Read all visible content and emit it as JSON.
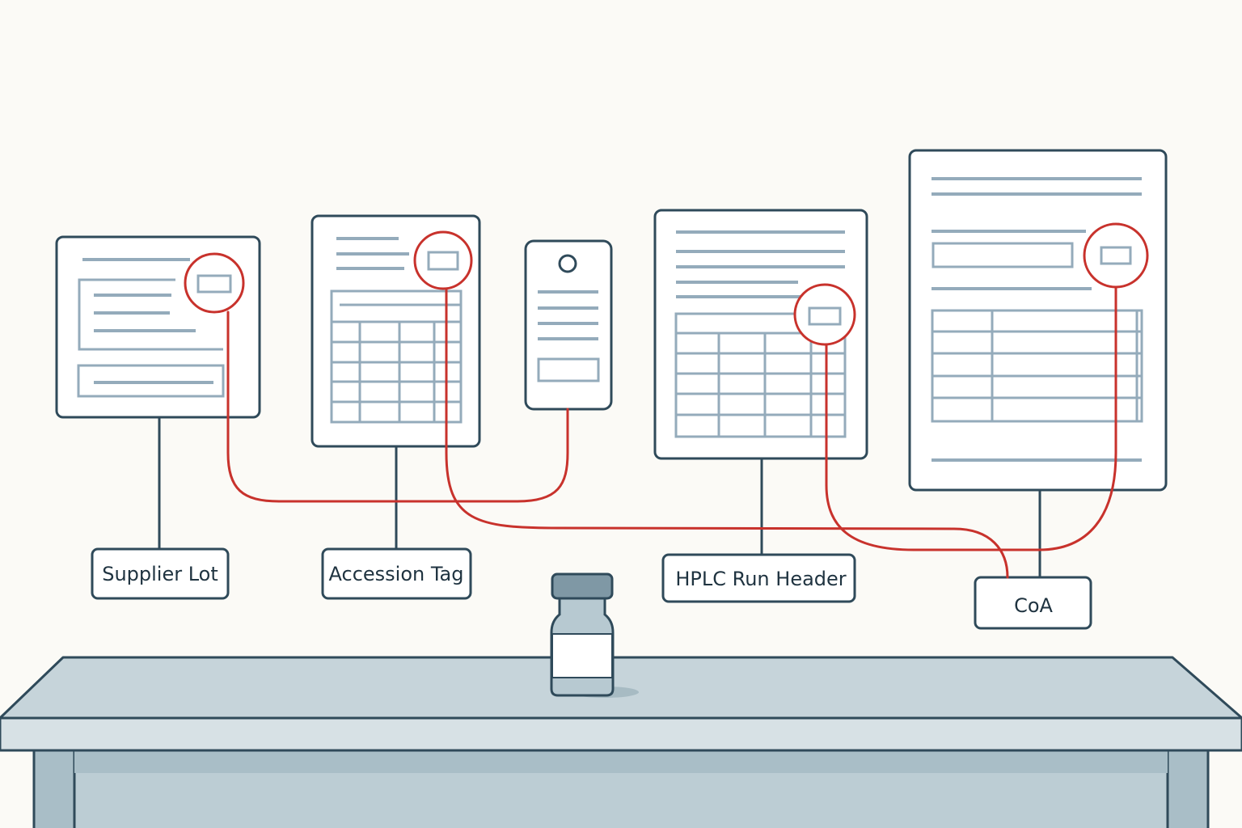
{
  "labels": {
    "supplier_lot": "Supplier Lot",
    "accession_tag": "Accession Tag",
    "hplc_run_header": "HPLC Run Header",
    "coa": "CoA"
  },
  "colors": {
    "outline": "#2f4a5a",
    "document_line": "#94abbb",
    "highlight_red": "#c8322c",
    "table_top": "#c6d4da",
    "table_front": "#d7e1e5",
    "table_legs": "#a9bec7",
    "background": "#fbfaf6"
  }
}
